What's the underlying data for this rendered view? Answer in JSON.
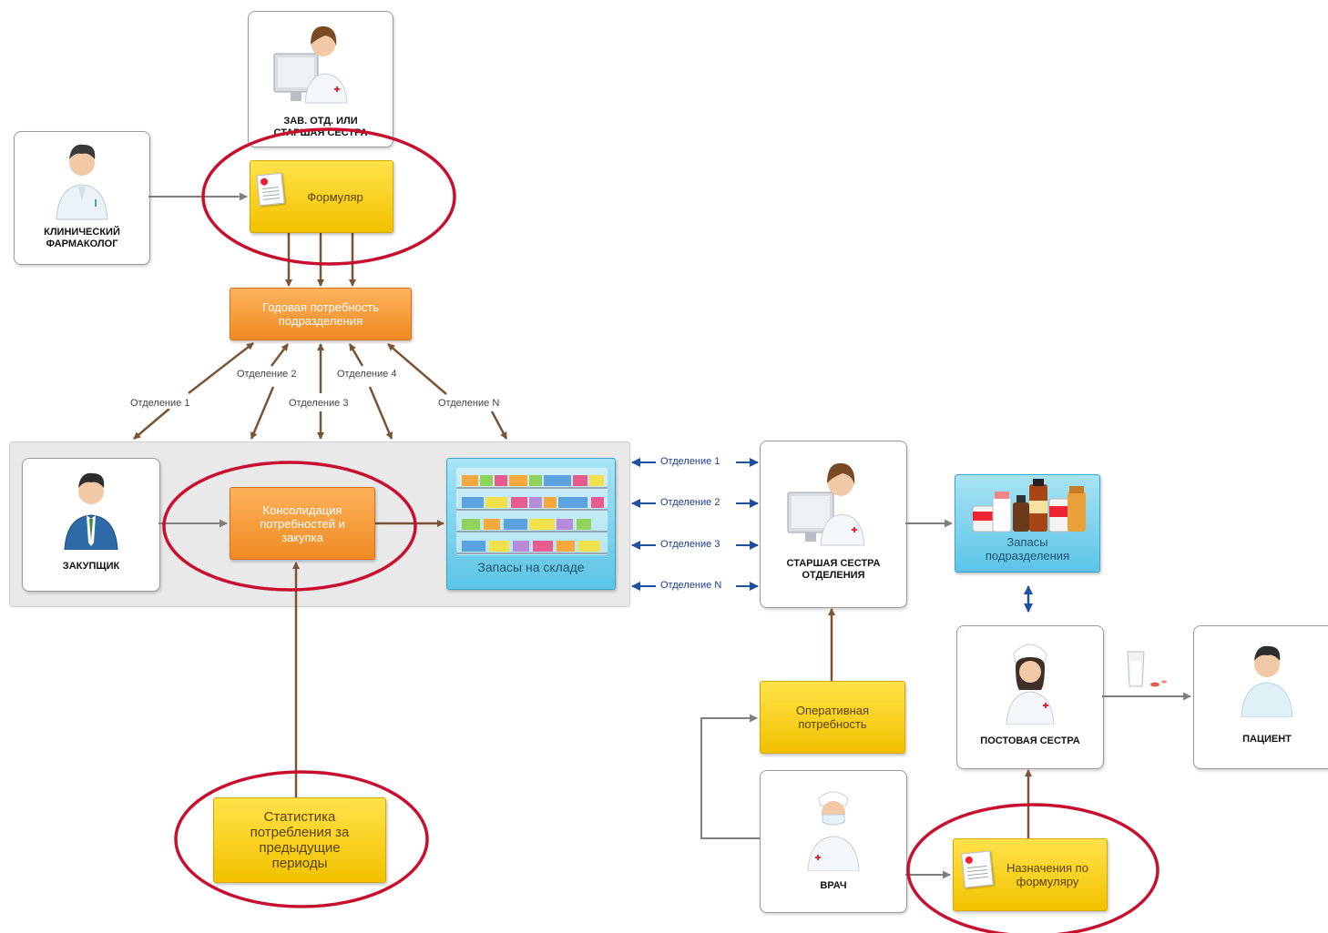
{
  "nodes": {
    "head_nurse_top": "ЗАВ. ОТД. ИЛИ СТАРШАЯ СЕСТРА",
    "clinical_pharmacologist": "КЛИНИЧЕСКИЙ ФАРМАКОЛОГ",
    "formulary": "Формуляр",
    "annual_need": "Годовая потребность подразделения",
    "buyer": "ЗАКУПЩИК",
    "consolidation": "Консолидация потребностей и закупка",
    "warehouse": "Запасы на складе",
    "senior_nurse": "СТАРШАЯ СЕСТРА ОТДЕЛЕНИЯ",
    "unit_stock": "Запасы подразделения",
    "ward_nurse": "ПОСТОВАЯ СЕСТРА",
    "patient": "ПАЦИЕНТ",
    "operative_need": "Оперативная потребность",
    "doctor": "ВРАЧ",
    "prescriptions": "Назначения по формуляру",
    "statistics": "Статистика потребления за предыдущие периоды"
  },
  "departments_top": [
    "Отделение 1",
    "Отделение 2",
    "Отделение 3",
    "Отделение 4",
    "Отделение N"
  ],
  "departments_right": [
    "Отделение 1",
    "Отделение 2",
    "Отделение 3",
    "Отделение N"
  ],
  "colors": {
    "arrow_brown": "#7a5535",
    "arrow_gray": "#7f7f7f",
    "arrow_blue": "#1f4fa0",
    "highlight_red": "#c8102e",
    "yellow_box": "#f7d21e",
    "orange_box": "#f5962e",
    "blue_box": "#7dd0ec"
  },
  "icons": [
    "doctor-woman-computer-icon",
    "pharmacologist-icon",
    "document-icon",
    "buyer-icon",
    "pharmacy-shelves-icon",
    "medicine-bottles-icon",
    "nurse-icon",
    "patient-icon",
    "masked-doctor-icon",
    "glass-pills-icon"
  ]
}
